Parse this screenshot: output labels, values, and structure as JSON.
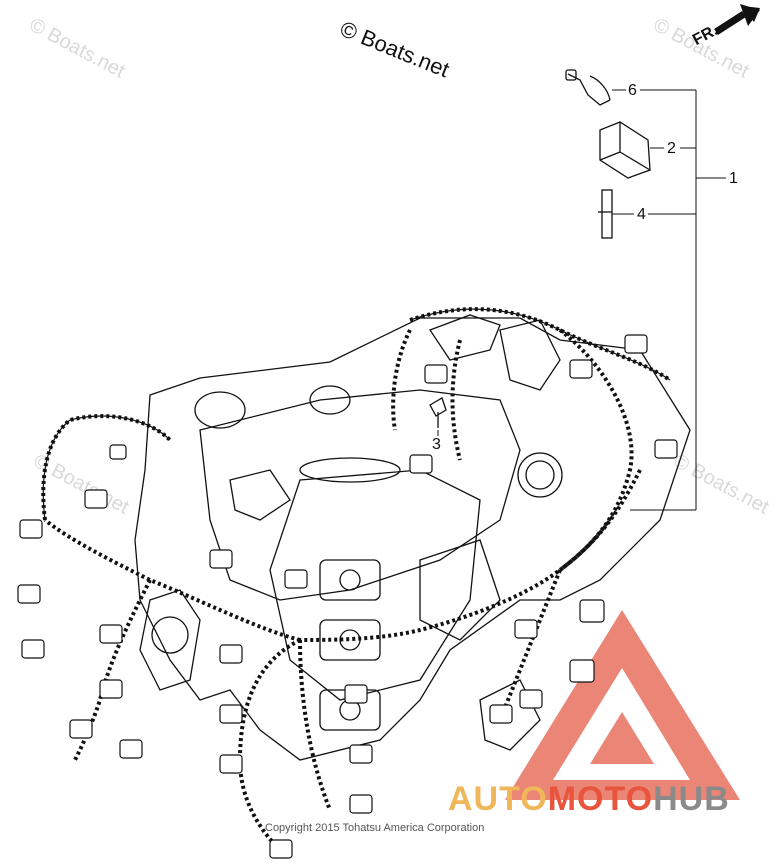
{
  "diagram": {
    "header_watermark": "© Boats.net",
    "watermarks": [
      "© Boats.net",
      "© Boats.net",
      "© Boats.net",
      "© Boats.net"
    ],
    "direction_label": "FR.",
    "callouts": [
      "1",
      "2",
      "3",
      "4",
      "6"
    ],
    "copyright": "Copyright 2015 Tohatsu America Corporation",
    "brand": {
      "part1": "AUTO",
      "part2": "MOTO",
      "part3": "HUB",
      "color1": "#f0b75a",
      "color2": "#e8543c",
      "color3": "#8a8a8a",
      "triangle_color": "#e8705e"
    }
  }
}
